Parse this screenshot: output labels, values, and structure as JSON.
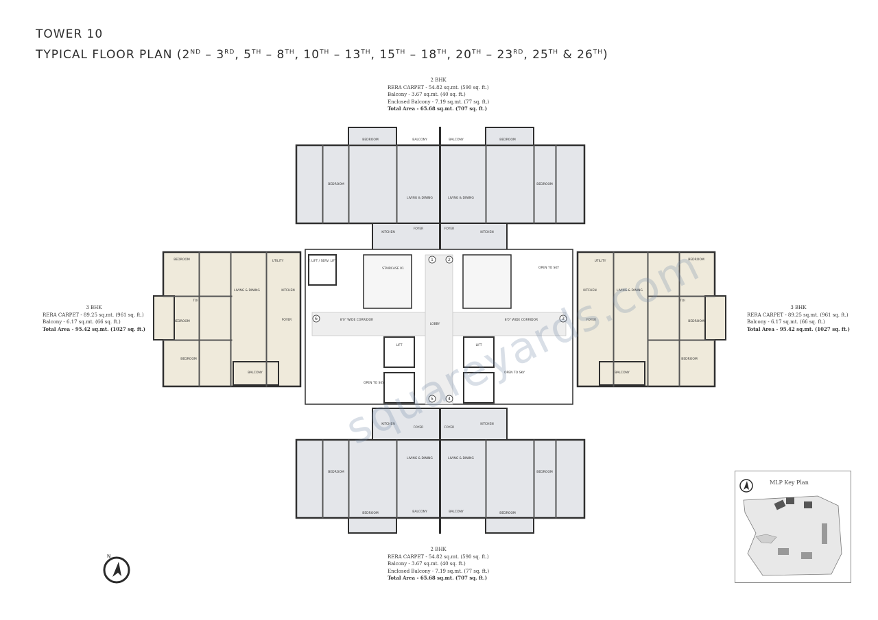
{
  "title": {
    "tower": "TOWER 10",
    "plan_prefix": "TYPICAL FLOOR PLAN (2",
    "floors": [
      {
        "num": "2",
        "sup": "ND"
      },
      {
        "num": "3",
        "sup": "RD"
      },
      {
        "num": "5",
        "sup": "TH"
      },
      {
        "num": "8",
        "sup": "TH"
      },
      {
        "num": "10",
        "sup": "TH"
      },
      {
        "num": "13",
        "sup": "TH"
      },
      {
        "num": "15",
        "sup": "TH"
      },
      {
        "num": "18",
        "sup": "TH"
      },
      {
        "num": "20",
        "sup": "TH"
      },
      {
        "num": "23",
        "sup": "RD"
      },
      {
        "num": "25",
        "sup": "TH"
      },
      {
        "num": "26",
        "sup": "TH"
      }
    ]
  },
  "units": {
    "top_2bhk": {
      "type": "2 BHK",
      "rera": "RERA CARPET - 54.82 sq.mt. (590 sq. ft.)",
      "balcony": "Balcony  - 3.67 sq.mt. (40 sq. ft.)",
      "enclosed": "Enclosed Balcony  - 7.19 sq.mt. (77 sq. ft.)",
      "total": "Total Area - 65.68 sq.mt. (707 sq. ft.)"
    },
    "left_3bhk": {
      "type": "3 BHK",
      "rera": "RERA CARPET - 89.25 sq.mt. (961 sq. ft.)",
      "balcony": "Balcony  - 6.17 sq.mt. (66 sq. ft.)",
      "total": "Total Area - 95.42 sq.mt. (1027 sq. ft.)"
    },
    "right_3bhk": {
      "type": "3 BHK",
      "rera": "RERA CARPET - 89.25 sq.mt. (961 sq. ft.)",
      "balcony": "Balcony  - 6.17 sq.mt. (66 sq. ft.)",
      "total": "Total Area - 95.42 sq.mt. (1027 sq. ft.)"
    },
    "bottom_2bhk": {
      "type": "2 BHK",
      "rera": "RERA CARPET - 54.82 sq.mt. (590 sq. ft.)",
      "balcony": "Balcony  - 3.67 sq.mt. (40 sq. ft.)",
      "enclosed": "Enclosed Balcony  - 7.19 sq.mt. (77 sq. ft.)",
      "total": "Total Area - 65.68 sq.mt. (707 sq. ft.)"
    }
  },
  "plan_labels": {
    "staircase": "STAIRCASE 01",
    "lift": "LIFT",
    "lobby": "LOBBY",
    "fire_lift": "F. LIFT / SERV. LIFT",
    "corridor": "8'0\" WIDE CORRIDOR",
    "open_to_sky": "OPEN TO SKY",
    "foyer": "FOYER",
    "kitchen": "KITCHEN",
    "living": "LIVING & DINING",
    "bedroom": "BEDROOM",
    "toilet": "TOI",
    "balcony": "BALCONY",
    "utility": "UTILITY",
    "numbers": [
      "1",
      "2",
      "3",
      "4",
      "5",
      "6"
    ]
  },
  "keyplan": {
    "label": "MLP Key Plan"
  },
  "compass": {
    "label": "N"
  },
  "watermark": "squareyards.com",
  "colors": {
    "wall": "#2f2f2f",
    "room": "#e4e6ea",
    "room_3bhk": "#efeadb",
    "core": "#ffffff",
    "corridor": "#eeeeee"
  }
}
